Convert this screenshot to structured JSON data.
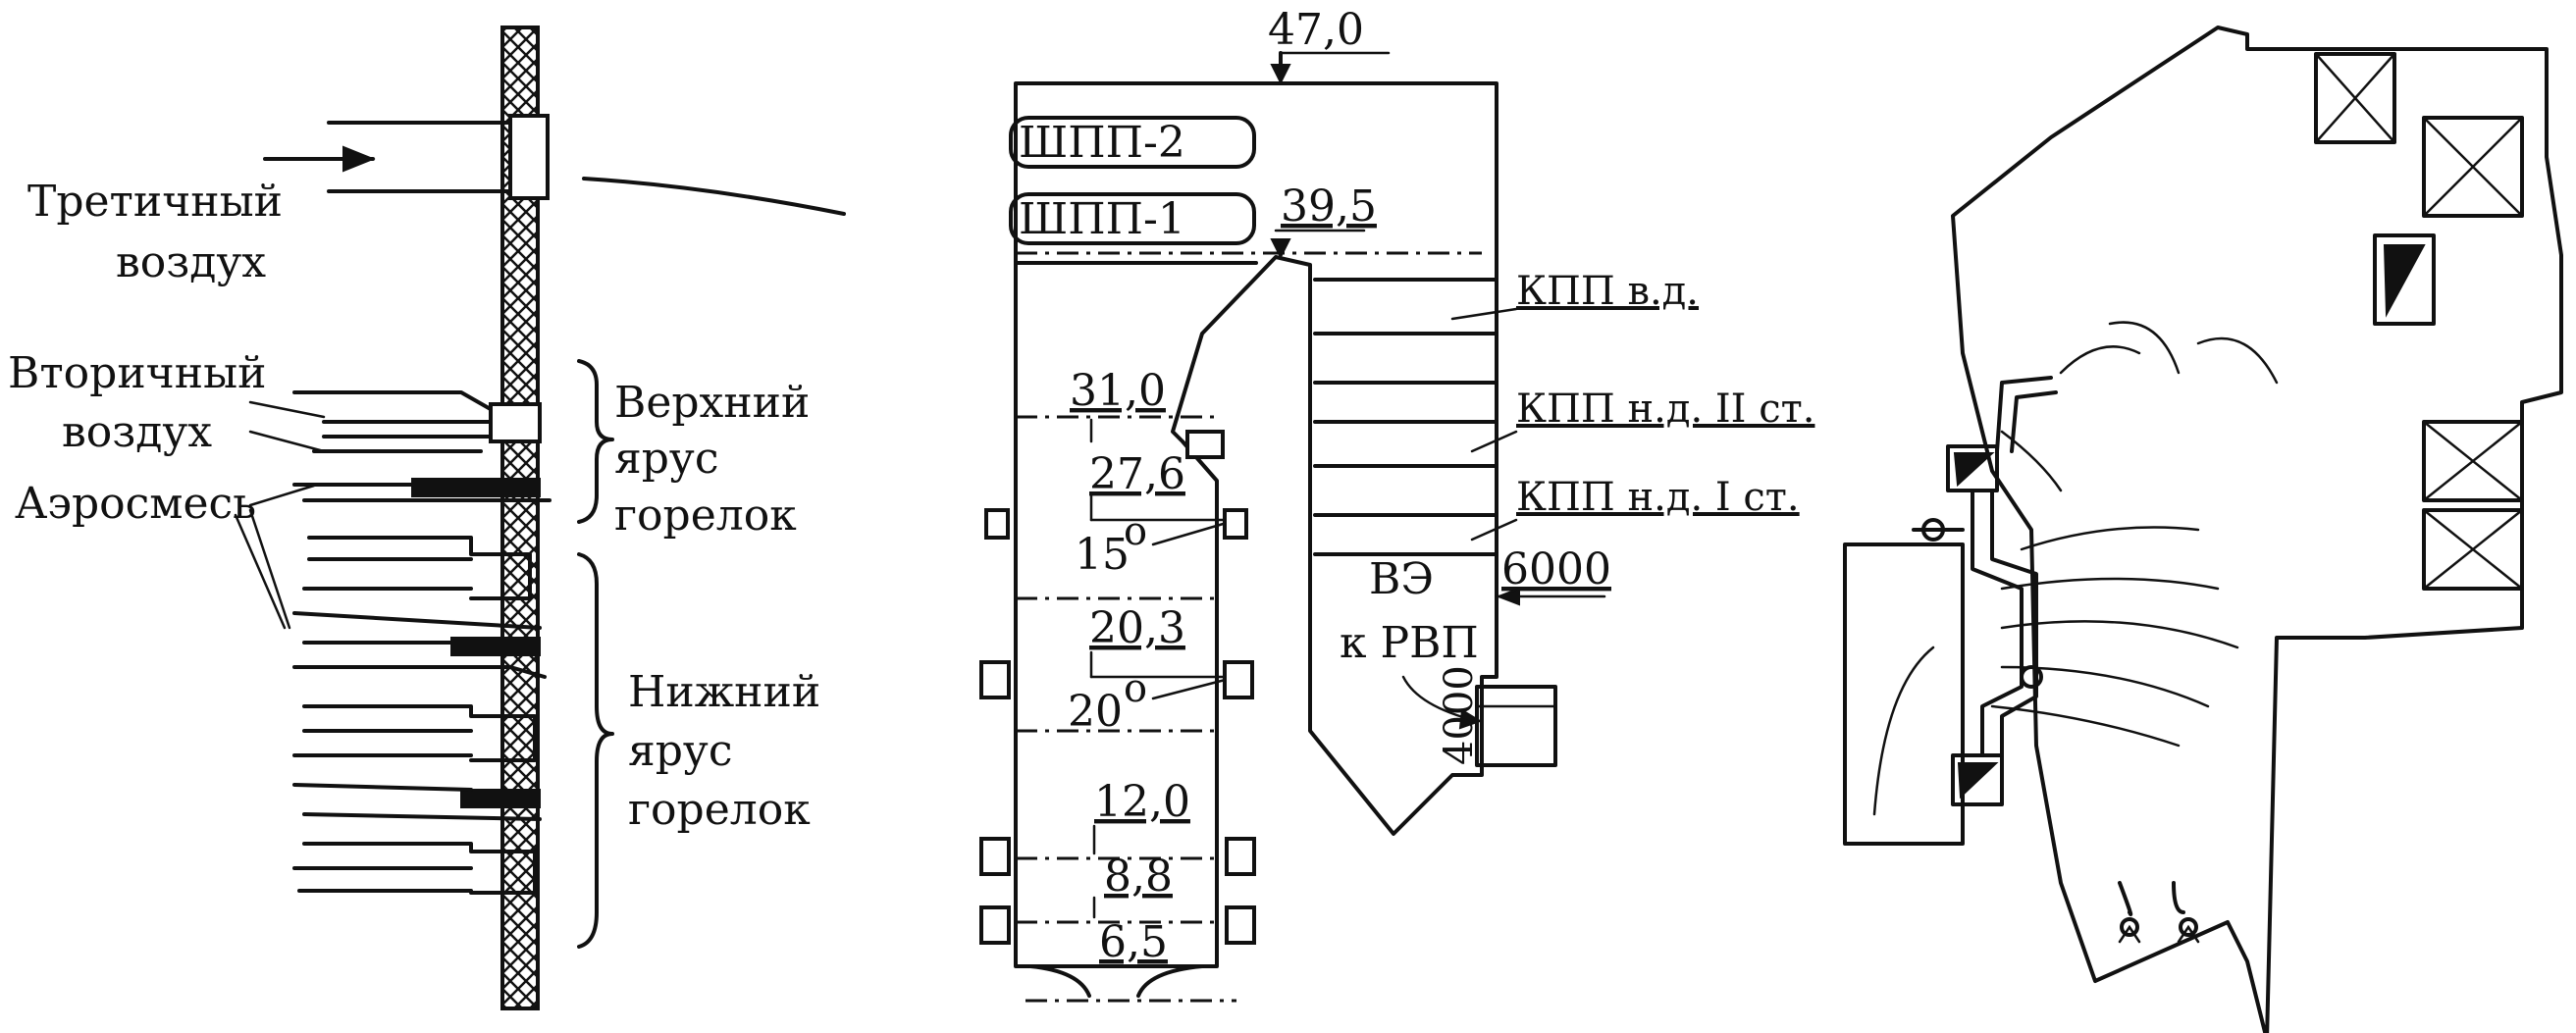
{
  "panel_left": {
    "tertiary_air": [
      "Третичный",
      "воздух"
    ],
    "secondary_air": [
      "Вторичный",
      "воздух"
    ],
    "aeromix": "Аэросмесь",
    "upper_tier": [
      "Верхний",
      "ярус",
      "горелок"
    ],
    "lower_tier": [
      "Нижний",
      "ярус",
      "горелок"
    ]
  },
  "panel_middle": {
    "elevations": {
      "top": "47,0",
      "e39": "39,5",
      "e31": "31,0",
      "e27": "27,6",
      "e20": "20,3",
      "e12": "12,0",
      "e8": "8,8",
      "e6": "6,5"
    },
    "angles": {
      "a15": "15",
      "a20": "20",
      "deg": "о"
    },
    "components": {
      "shpp2": "ШПП-2",
      "shpp1": "ШПП-1",
      "kpp_vd": "КПП в.д.",
      "kpp_nd2": "КПП н.д. II ст.",
      "kpp_nd1": "КПП н.д. I ст.",
      "ve": "ВЭ",
      "to_rvp": "к РВП"
    },
    "dims": {
      "d6000": "6000",
      "d4000": "4000"
    }
  },
  "colors": {
    "ink": "#111111",
    "paper": "#ffffff"
  }
}
